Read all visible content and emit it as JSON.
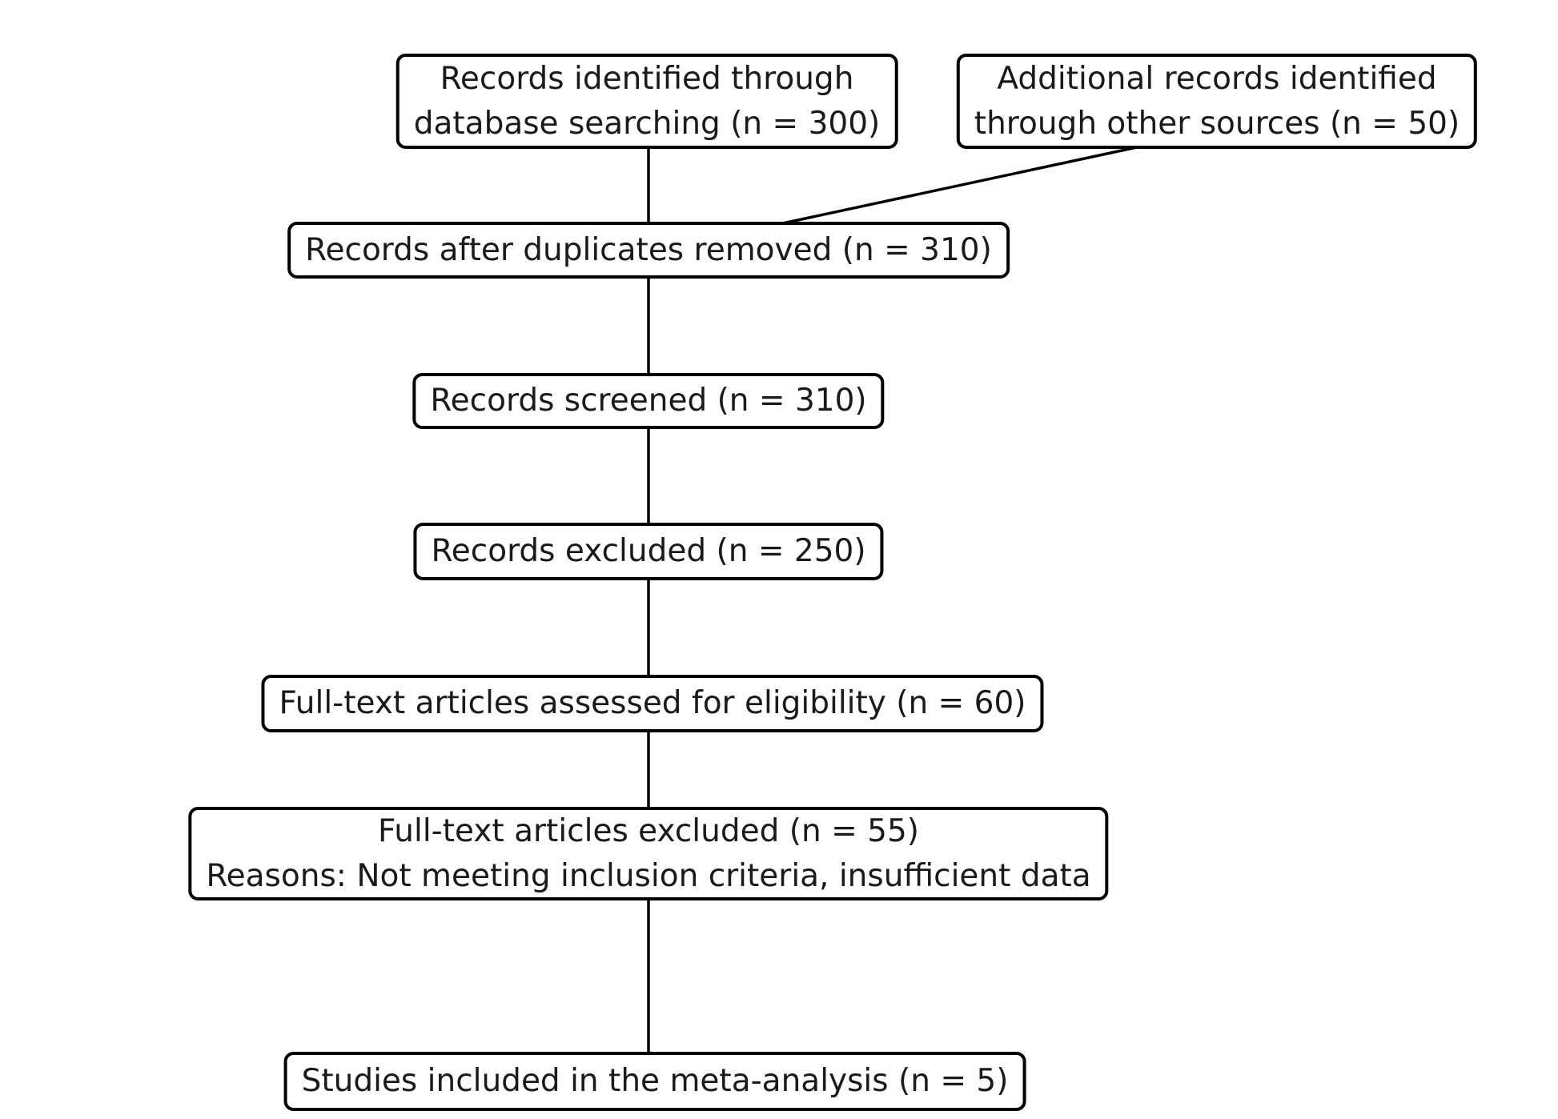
{
  "colors": {
    "background": "#ffffff",
    "box_border": "#000000",
    "connector": "#000000",
    "text": "#1a1a1a"
  },
  "diagram": {
    "type": "flowchart",
    "boxes": [
      {
        "id": "records-identified-database",
        "n": 300,
        "lines": [
          "Records identified through",
          "database searching (n = 300)"
        ]
      },
      {
        "id": "additional-records-other-sources",
        "n": 50,
        "lines": [
          "Additional records identified",
          "through other sources (n = 50)"
        ]
      },
      {
        "id": "records-after-duplicates-removed",
        "n": 310,
        "lines": [
          "Records after duplicates removed (n = 310)"
        ]
      },
      {
        "id": "records-screened",
        "n": 310,
        "lines": [
          "Records screened (n = 310)"
        ]
      },
      {
        "id": "records-excluded",
        "n": 250,
        "lines": [
          "Records excluded (n = 250)"
        ]
      },
      {
        "id": "fulltext-articles-assessed",
        "n": 60,
        "lines": [
          "Full-text articles assessed for eligibility (n = 60)"
        ]
      },
      {
        "id": "fulltext-articles-excluded",
        "n": 55,
        "lines": [
          "Full-text articles excluded (n = 55)",
          "Reasons: Not meeting inclusion criteria, insufficient data"
        ]
      },
      {
        "id": "studies-included-meta-analysis",
        "n": 5,
        "lines": [
          "Studies included in the meta-analysis (n = 5)"
        ]
      }
    ],
    "connections": [
      {
        "from": "records-identified-database",
        "to": "records-after-duplicates-removed"
      },
      {
        "from": "additional-records-other-sources",
        "to": "records-after-duplicates-removed"
      },
      {
        "from": "records-after-duplicates-removed",
        "to": "records-screened"
      },
      {
        "from": "records-screened",
        "to": "records-excluded"
      },
      {
        "from": "records-excluded",
        "to": "fulltext-articles-assessed"
      },
      {
        "from": "fulltext-articles-assessed",
        "to": "fulltext-articles-excluded"
      },
      {
        "from": "fulltext-articles-excluded",
        "to": "studies-included-meta-analysis"
      }
    ]
  }
}
